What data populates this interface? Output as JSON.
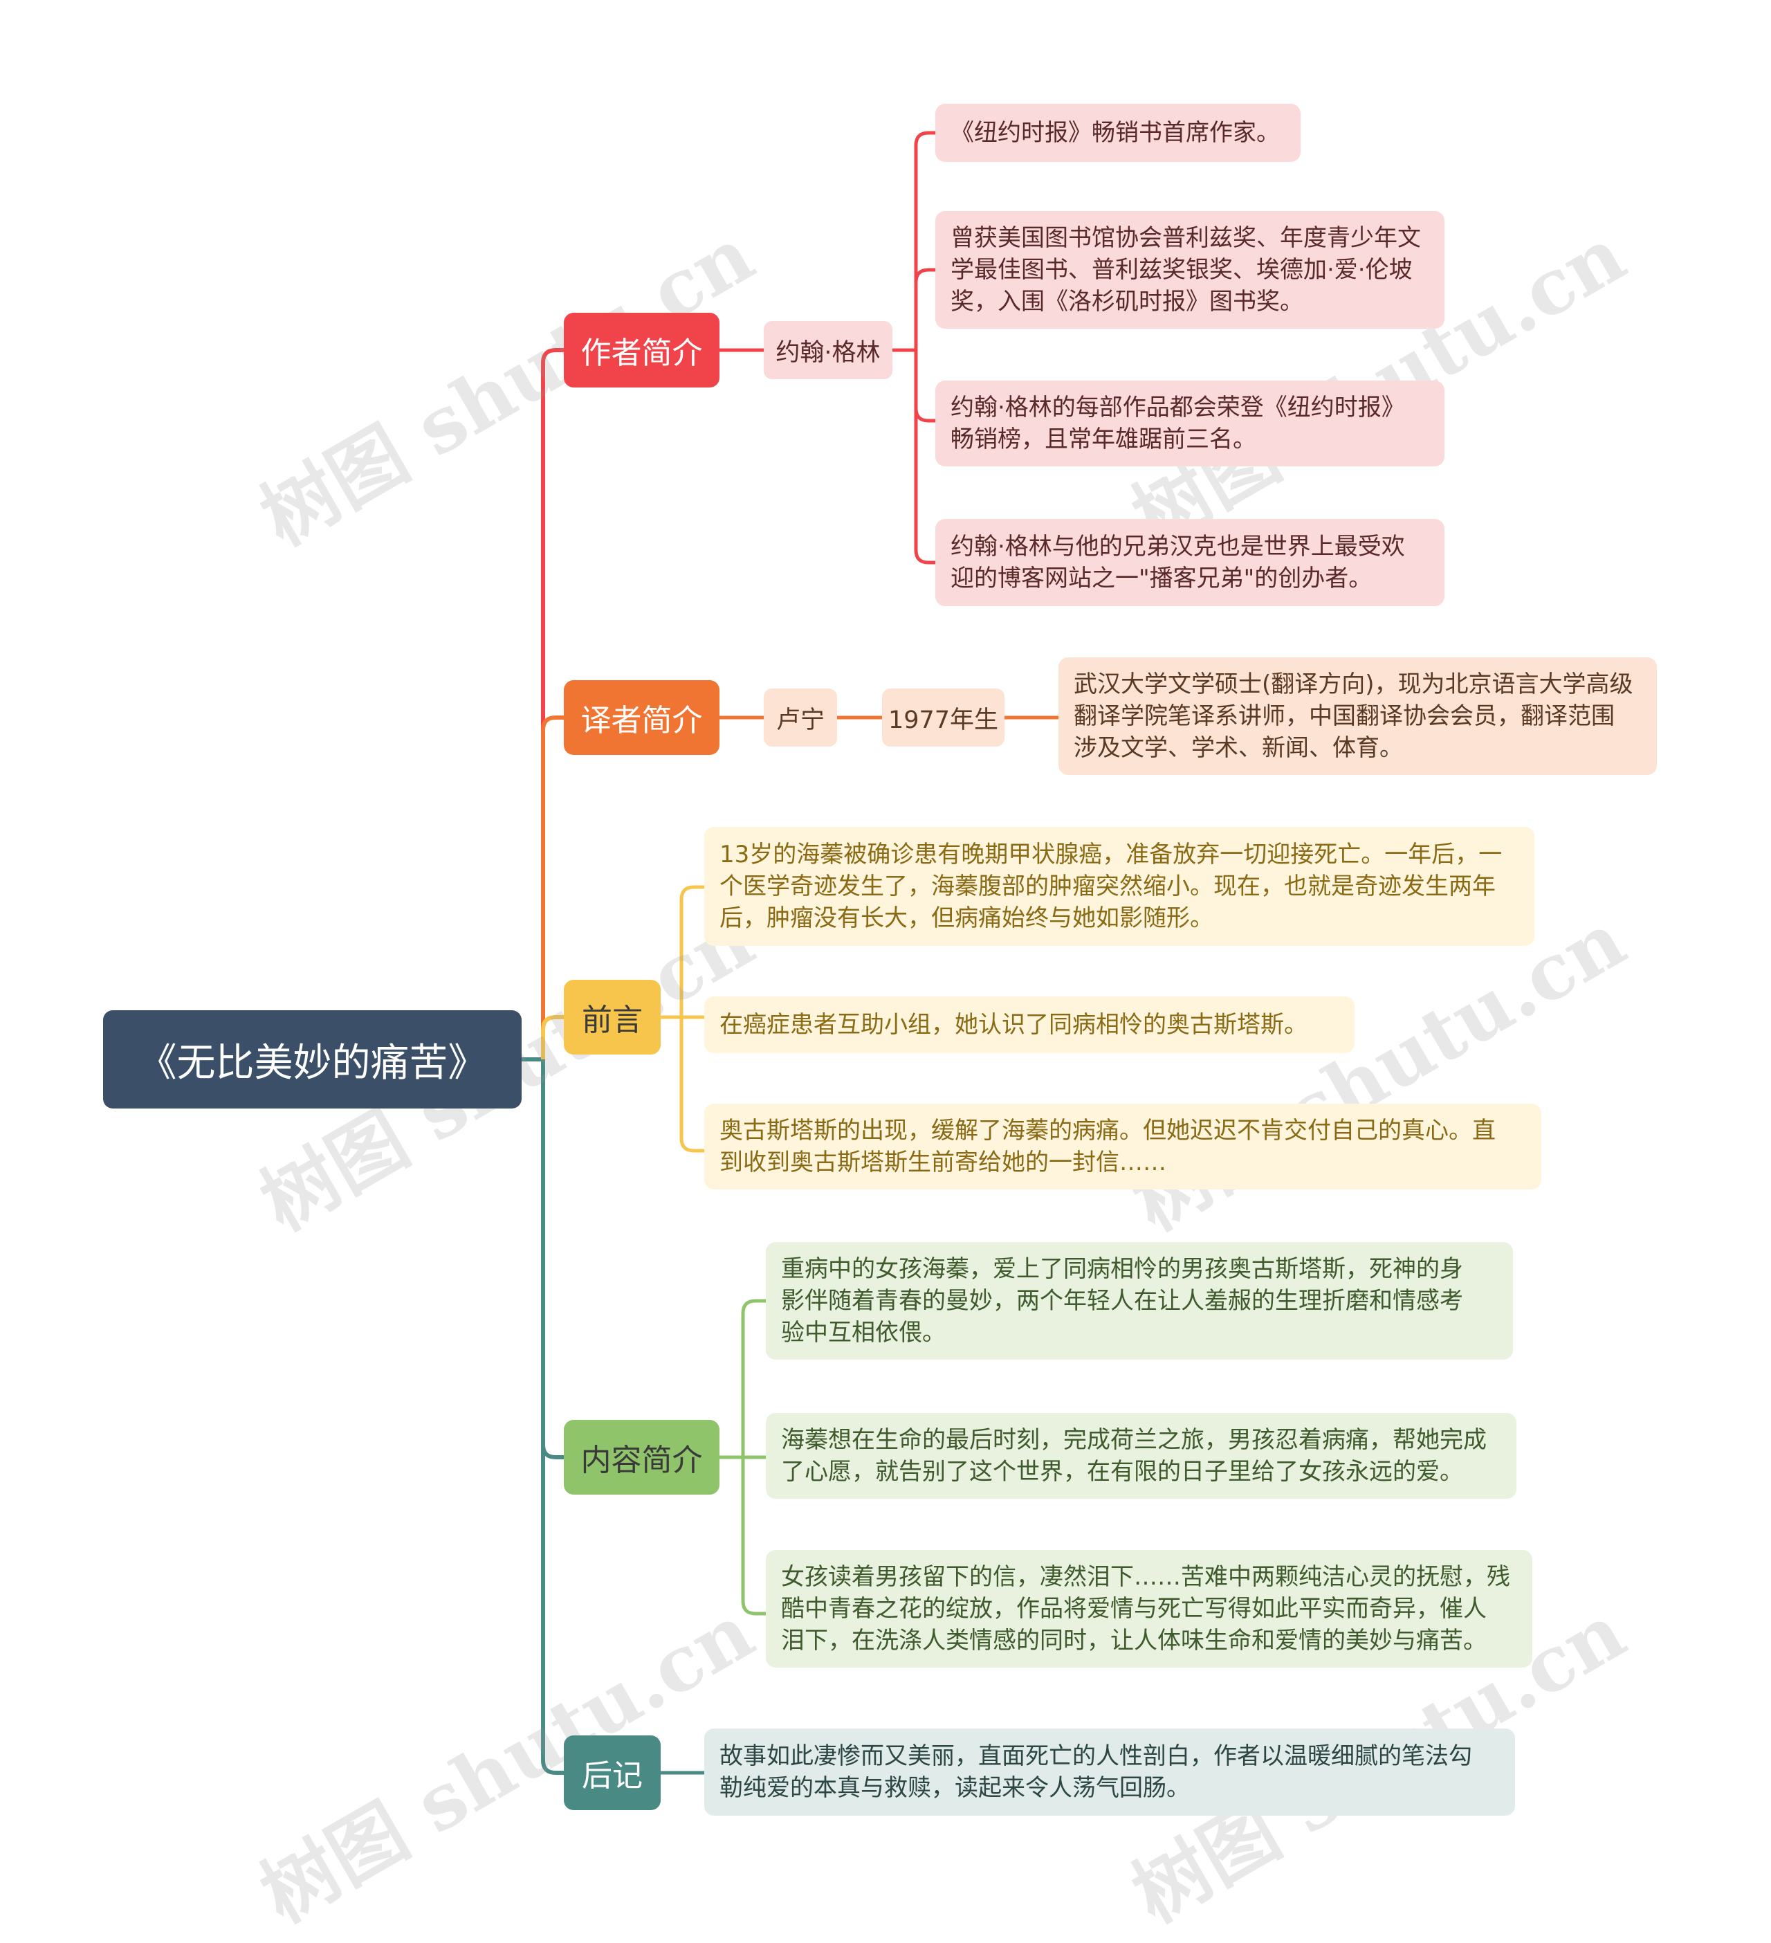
{
  "root": {
    "label": "《无比美妙的痛苦》"
  },
  "branches": {
    "author": {
      "label": "作者简介",
      "name": "约翰·格林",
      "items": [
        [
          "《纽约时报》畅销书首席作家。"
        ],
        [
          "曾获美国图书馆协会普利兹奖、年度青少年文",
          "学最佳图书、普利兹奖银奖、埃德加·爱·伦坡",
          "奖，入围《洛杉矶时报》图书奖。"
        ],
        [
          "约翰·格林的每部作品都会荣登《纽约时报》",
          "畅销榜，且常年雄踞前三名。"
        ],
        [
          "约翰·格林与他的兄弟汉克也是世界上最受欢",
          "迎的博客网站之一\"播客兄弟\"的创办者。"
        ]
      ]
    },
    "translator": {
      "label": "译者简介",
      "name": "卢宁",
      "born": "1977年生",
      "detail": [
        "武汉大学文学硕士(翻译方向)，现为北京语言大学高级",
        "翻译学院笔译系讲师，中国翻译协会会员，翻译范围",
        "涉及文学、学术、新闻、体育。"
      ]
    },
    "preface": {
      "label": "前言",
      "items": [
        [
          "13岁的海蓁被确诊患有晚期甲状腺癌，准备放弃一切迎接死亡。一年后，一",
          "个医学奇迹发生了，海蓁腹部的肿瘤突然缩小。现在，也就是奇迹发生两年",
          "后，肿瘤没有长大，但病痛始终与她如影随形。"
        ],
        [
          "在癌症患者互助小组，她认识了同病相怜的奥古斯塔斯。"
        ],
        [
          "奥古斯塔斯的出现，缓解了海蓁的病痛。但她迟迟不肯交付自己的真心。直",
          "到收到奥古斯塔斯生前寄给她的一封信……"
        ]
      ]
    },
    "summary": {
      "label": "内容简介",
      "items": [
        [
          "重病中的女孩海蓁，爱上了同病相怜的男孩奥古斯塔斯，死神的身",
          "影伴随着青春的曼妙，两个年轻人在让人羞赧的生理折磨和情感考",
          "验中互相依偎。"
        ],
        [
          "海蓁想在生命的最后时刻，完成荷兰之旅，男孩忍着病痛，帮她完成",
          "了心愿，就告别了这个世界，在有限的日子里给了女孩永远的爱。"
        ],
        [
          "女孩读着男孩留下的信，凄然泪下……苦难中两颗纯洁心灵的抚慰，残",
          "酷中青春之花的绽放，作品将爱情与死亡写得如此平实而奇异，催人",
          "泪下，在洗涤人类情感的同时，让人体味生命和爱情的美妙与痛苦。"
        ]
      ]
    },
    "afterword": {
      "label": "后记",
      "detail": [
        "故事如此凄惨而又美丽，直面死亡的人性剖白，作者以温暖细腻的笔法勾",
        "勒纯爱的本真与救赎，读起来令人荡气回肠。"
      ]
    }
  },
  "watermark": "树图 shutu.cn",
  "colors": {
    "root": "#3b5068",
    "author": "#f0444a",
    "translator": "#f07533",
    "preface": "#f7c54b",
    "summary": "#8fc46a",
    "afterword": "#4a8a84"
  }
}
